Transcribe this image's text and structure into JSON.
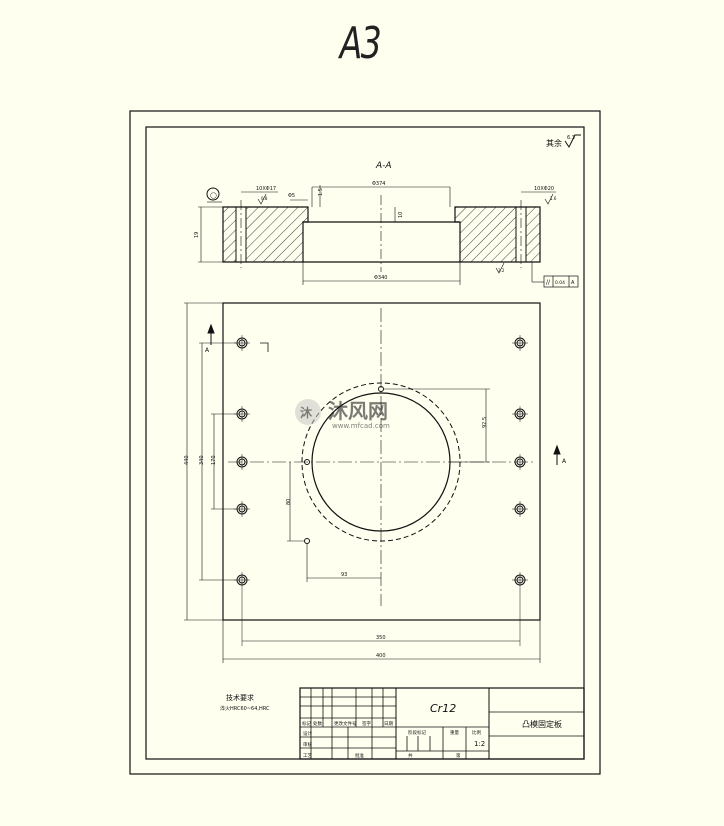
{
  "paper_size": "A3",
  "section_title": "A-A",
  "surface_note": "其余",
  "surface_note_symbol": "6.3",
  "section_marks": {
    "left": "A",
    "right": "A"
  },
  "side_view_dims": {
    "outer_diameter": "Φ374",
    "bore_diameter": "Φ340",
    "height": "19",
    "step": "10",
    "hole_callout_left": "10XΦ17",
    "hole_callout_right": "10XΦ20",
    "small_left": "Φ5",
    "small_top": "1.5",
    "roughness_left": "0.8",
    "roughness_right": "1.6",
    "roughness_bottom": "3.2",
    "parallel_tol": "0.04",
    "datum": "A"
  },
  "plan_view_dims": {
    "overall_height": "440",
    "inner_height_1": "340",
    "inner_height_2": "170",
    "radius_offset": "92.5",
    "small_offset_v": "80",
    "small_offset_h": "93",
    "inner_width": "350",
    "overall_width": "400"
  },
  "tech_requirements": {
    "title": "技术要求",
    "line1": "淬火HRC60~64,HRC"
  },
  "title_block": {
    "material": "Cr12",
    "part_name": "凸模固定板",
    "scale": "1:2",
    "row_labels": [
      "标记",
      "处数",
      "更改文件号",
      "签字",
      "日期"
    ],
    "design": "设计",
    "check": "审核",
    "process": "工艺",
    "approve": "批准",
    "stage_label": "阶段标记",
    "weight_label": "重量",
    "scale_label": "比例",
    "sheet_label": "共",
    "sheet_of": "第"
  },
  "watermark": {
    "cn": "沐风网",
    "url": "www.mfcad.com"
  },
  "colors": {
    "line": "#111111",
    "background": "#fffff0",
    "watermark": "#b9b9b9"
  }
}
